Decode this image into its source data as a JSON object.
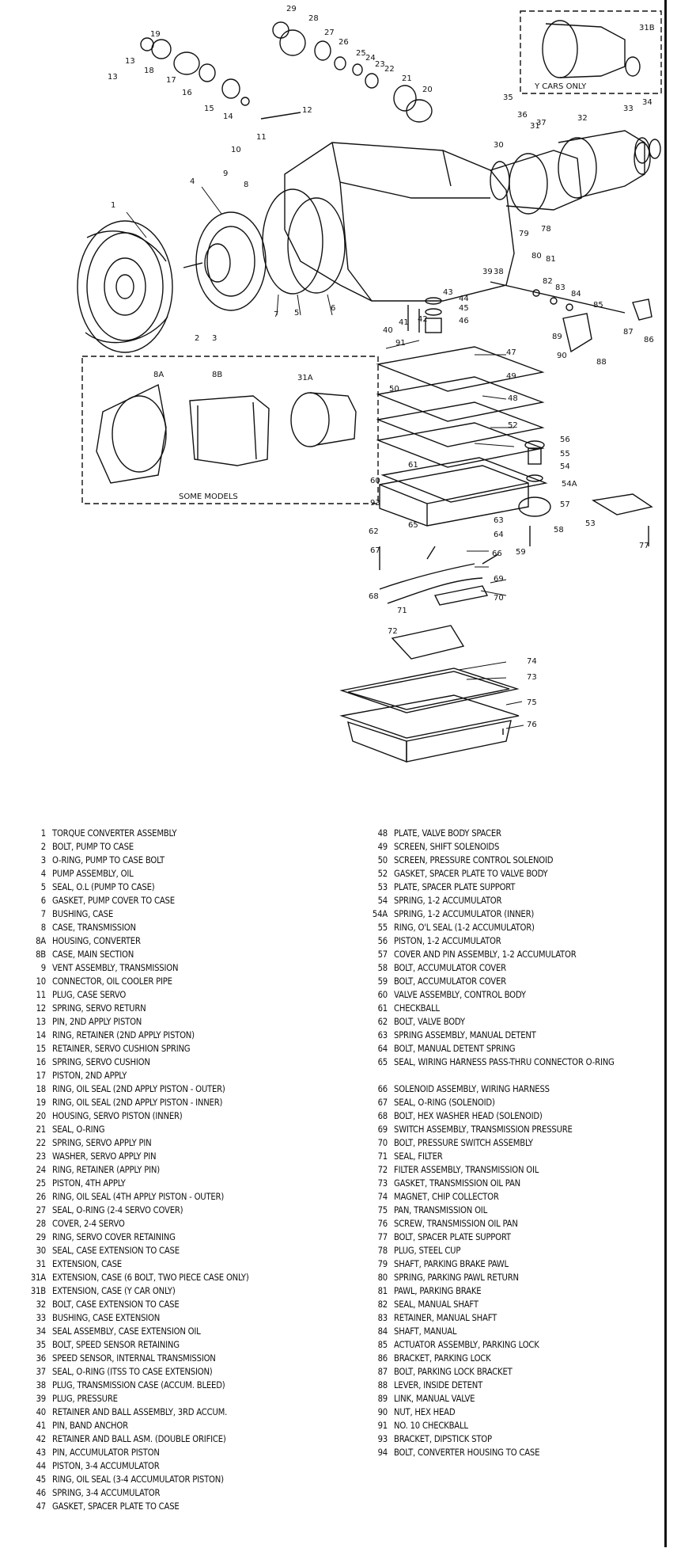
{
  "diagram": {
    "inset_top_caption": "Y CARS ONLY",
    "inset_bottom_caption": "SOME MODELS",
    "callouts": [
      "1",
      "2",
      "3",
      "4",
      "5",
      "6",
      "7",
      "8",
      "9",
      "10",
      "11",
      "12",
      "13",
      "13",
      "14",
      "15",
      "16",
      "17",
      "18",
      "19",
      "20",
      "21",
      "22",
      "23",
      "24",
      "25",
      "26",
      "27",
      "28",
      "29",
      "30",
      "31",
      "31A",
      "31B",
      "32",
      "33",
      "34",
      "35",
      "36",
      "37",
      "38",
      "39",
      "40",
      "41",
      "42",
      "43",
      "44",
      "45",
      "46",
      "47",
      "48",
      "49",
      "50",
      "52",
      "53",
      "54",
      "54A",
      "55",
      "56",
      "57",
      "58",
      "59",
      "60",
      "61",
      "62",
      "63",
      "64",
      "65",
      "66",
      "67",
      "68",
      "69",
      "70",
      "71",
      "72",
      "73",
      "74",
      "75",
      "76",
      "77",
      "78",
      "79",
      "80",
      "81",
      "82",
      "83",
      "84",
      "85",
      "86",
      "87",
      "88",
      "89",
      "90",
      "91",
      "93",
      "8A",
      "8B"
    ]
  },
  "legend": {
    "left": [
      {
        "num": "1",
        "text": "TORQUE CONVERTER ASSEMBLY"
      },
      {
        "num": "2",
        "text": "BOLT, PUMP TO CASE"
      },
      {
        "num": "3",
        "text": "O-RING, PUMP TO CASE BOLT"
      },
      {
        "num": "4",
        "text": "PUMP ASSEMBLY, OIL"
      },
      {
        "num": "5",
        "text": "SEAL, O.L (PUMP TO CASE)"
      },
      {
        "num": "6",
        "text": "GASKET, PUMP COVER TO CASE"
      },
      {
        "num": "7",
        "text": "BUSHING, CASE"
      },
      {
        "num": "8",
        "text": "CASE, TRANSMISSION"
      },
      {
        "num": "8A",
        "text": "HOUSING, CONVERTER"
      },
      {
        "num": "8B",
        "text": "CASE, MAIN SECTION"
      },
      {
        "num": "9",
        "text": "VENT ASSEMBLY, TRANSMISSION"
      },
      {
        "num": "10",
        "text": "CONNECTOR, OIL COOLER PIPE"
      },
      {
        "num": "11",
        "text": "PLUG, CASE SERVO"
      },
      {
        "num": "12",
        "text": "SPRING, SERVO RETURN"
      },
      {
        "num": "13",
        "text": "PIN, 2ND APPLY PISTON"
      },
      {
        "num": "14",
        "text": "RING, RETAINER (2ND APPLY PISTON)"
      },
      {
        "num": "15",
        "text": "RETAINER, SERVO CUSHION SPRING"
      },
      {
        "num": "16",
        "text": "SPRING, SERVO CUSHION"
      },
      {
        "num": "17",
        "text": "PISTON, 2ND APPLY"
      },
      {
        "num": "18",
        "text": "RING, OIL SEAL (2ND APPLY PISTON - OUTER)"
      },
      {
        "num": "19",
        "text": "RING, OIL SEAL (2ND APPLY PISTON - INNER)"
      },
      {
        "num": "20",
        "text": "HOUSING, SERVO PISTON (INNER)"
      },
      {
        "num": "21",
        "text": "SEAL, O-RING"
      },
      {
        "num": "22",
        "text": "SPRING, SERVO APPLY PIN"
      },
      {
        "num": "23",
        "text": "WASHER, SERVO APPLY PIN"
      },
      {
        "num": "24",
        "text": "RING, RETAINER (APPLY PIN)"
      },
      {
        "num": "25",
        "text": "PISTON, 4TH APPLY"
      },
      {
        "num": "26",
        "text": "RING, OIL SEAL (4TH APPLY PISTON - OUTER)"
      },
      {
        "num": "27",
        "text": "SEAL, O-RING (2-4 SERVO COVER)"
      },
      {
        "num": "28",
        "text": "COVER, 2-4 SERVO"
      },
      {
        "num": "29",
        "text": "RING, SERVO COVER RETAINING"
      },
      {
        "num": "30",
        "text": "SEAL, CASE EXTENSION TO CASE"
      },
      {
        "num": "31",
        "text": "EXTENSION, CASE"
      },
      {
        "num": "31A",
        "text": "EXTENSION, CASE (6 BOLT, TWO PIECE CASE ONLY)"
      },
      {
        "num": "31B",
        "text": "EXTENSION, CASE (Y CAR ONLY)"
      },
      {
        "num": "32",
        "text": "BOLT, CASE EXTENSION TO CASE"
      },
      {
        "num": "33",
        "text": "BUSHING, CASE EXTENSION"
      },
      {
        "num": "34",
        "text": "SEAL ASSEMBLY, CASE EXTENSION OIL"
      },
      {
        "num": "35",
        "text": "BOLT, SPEED SENSOR RETAINING"
      },
      {
        "num": "36",
        "text": "SPEED SENSOR, INTERNAL TRANSMISSION"
      },
      {
        "num": "37",
        "text": "SEAL, O-RING (ITSS TO CASE EXTENSION)"
      },
      {
        "num": "38",
        "text": "PLUG, TRANSMISSION CASE (ACCUM. BLEED)"
      },
      {
        "num": "39",
        "text": "PLUG, PRESSURE"
      },
      {
        "num": "40",
        "text": "RETAINER AND BALL ASSEMBLY, 3RD ACCUM."
      },
      {
        "num": "41",
        "text": "PIN, BAND ANCHOR"
      },
      {
        "num": "42",
        "text": "RETAINER AND BALL ASM. (DOUBLE ORIFICE)"
      },
      {
        "num": "43",
        "text": "PIN, ACCUMULATOR PISTON"
      },
      {
        "num": "44",
        "text": "PISTON, 3-4 ACCUMULATOR"
      },
      {
        "num": "45",
        "text": "RING, OIL SEAL (3-4 ACCUMULATOR PISTON)"
      },
      {
        "num": "46",
        "text": "SPRING, 3-4 ACCUMULATOR"
      },
      {
        "num": "47",
        "text": "GASKET, SPACER PLATE TO CASE"
      }
    ],
    "right": [
      {
        "num": "48",
        "text": "PLATE, VALVE BODY SPACER"
      },
      {
        "num": "49",
        "text": "SCREEN, SHIFT SOLENOIDS"
      },
      {
        "num": "50",
        "text": "SCREEN, PRESSURE CONTROL SOLENOID"
      },
      {
        "num": "52",
        "text": "GASKET, SPACER PLATE TO VALVE BODY"
      },
      {
        "num": "53",
        "text": "PLATE, SPACER PLATE SUPPORT"
      },
      {
        "num": "54",
        "text": "SPRING, 1-2 ACCUMULATOR"
      },
      {
        "num": "54A",
        "text": "SPRING, 1-2 ACCUMULATOR (INNER)"
      },
      {
        "num": "55",
        "text": "RING, O'L SEAL (1-2 ACCUMULATOR)"
      },
      {
        "num": "56",
        "text": "PISTON, 1-2 ACCUMULATOR"
      },
      {
        "num": "57",
        "text": "COVER AND PIN ASSEMBLY, 1-2 ACCUMULATOR"
      },
      {
        "num": "58",
        "text": "BOLT, ACCUMULATOR COVER"
      },
      {
        "num": "59",
        "text": "BOLT, ACCUMULATOR COVER"
      },
      {
        "num": "60",
        "text": "VALVE ASSEMBLY, CONTROL BODY"
      },
      {
        "num": "61",
        "text": "CHECKBALL"
      },
      {
        "num": "62",
        "text": "BOLT, VALVE BODY"
      },
      {
        "num": "63",
        "text": "SPRING ASSEMBLY, MANUAL DETENT"
      },
      {
        "num": "64",
        "text": "BOLT, MANUAL DETENT SPRING"
      },
      {
        "num": "65",
        "text": "SEAL, WIRING HARNESS PASS-THRU CONNECTOR O-RING",
        "tall": true
      },
      {
        "num": "66",
        "text": "SOLENOID ASSEMBLY, WIRING HARNESS"
      },
      {
        "num": "67",
        "text": "SEAL, O-RING (SOLENOID)"
      },
      {
        "num": "68",
        "text": "BOLT, HEX WASHER HEAD (SOLENOID)"
      },
      {
        "num": "69",
        "text": "SWITCH ASSEMBLY, TRANSMISSION PRESSURE"
      },
      {
        "num": "70",
        "text": "BOLT, PRESSURE SWITCH ASSEMBLY"
      },
      {
        "num": "71",
        "text": "SEAL, FILTER"
      },
      {
        "num": "72",
        "text": "FILTER ASSEMBLY, TRANSMISSION OIL"
      },
      {
        "num": "73",
        "text": "GASKET, TRANSMISSION OIL PAN"
      },
      {
        "num": "74",
        "text": "MAGNET, CHIP COLLECTOR"
      },
      {
        "num": "75",
        "text": "PAN, TRANSMISSION OIL"
      },
      {
        "num": "76",
        "text": "SCREW, TRANSMISSION OIL PAN"
      },
      {
        "num": "77",
        "text": "BOLT, SPACER PLATE SUPPORT"
      },
      {
        "num": "78",
        "text": "PLUG, STEEL CUP"
      },
      {
        "num": "79",
        "text": "SHAFT, PARKING BRAKE PAWL"
      },
      {
        "num": "80",
        "text": "SPRING, PARKING PAWL RETURN"
      },
      {
        "num": "81",
        "text": "PAWL, PARKING BRAKE"
      },
      {
        "num": "82",
        "text": "SEAL, MANUAL SHAFT"
      },
      {
        "num": "83",
        "text": "RETAINER, MANUAL SHAFT"
      },
      {
        "num": "84",
        "text": "SHAFT, MANUAL"
      },
      {
        "num": "85",
        "text": "ACTUATOR ASSEMBLY, PARKING LOCK"
      },
      {
        "num": "86",
        "text": "BRACKET, PARKING LOCK"
      },
      {
        "num": "87",
        "text": "BOLT, PARKING LOCK BRACKET"
      },
      {
        "num": "88",
        "text": "LEVER, INSIDE DETENT"
      },
      {
        "num": "89",
        "text": "LINK, MANUAL VALVE"
      },
      {
        "num": "90",
        "text": "NUT, HEX HEAD"
      },
      {
        "num": "91",
        "text": "NO. 10 CHECKBALL"
      },
      {
        "num": "93",
        "text": "BRACKET, DIPSTICK STOP"
      },
      {
        "num": "94",
        "text": "BOLT, CONVERTER HOUSING TO CASE"
      }
    ]
  }
}
